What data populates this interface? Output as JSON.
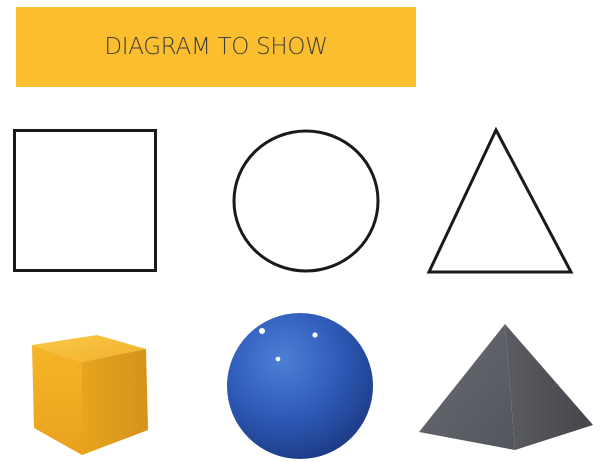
{
  "banner": {
    "title": "DIAGRAM TO SHOW",
    "color": "#fbbe2e"
  },
  "shapes_2d": [
    {
      "name": "square",
      "icon": "square-outline-icon"
    },
    {
      "name": "circle",
      "icon": "circle-outline-icon"
    },
    {
      "name": "triangle",
      "icon": "triangle-outline-icon"
    }
  ],
  "shapes_3d": [
    {
      "name": "cube",
      "icon": "cube-icon",
      "color": "#f5b324"
    },
    {
      "name": "sphere",
      "icon": "sphere-icon",
      "color": "#2e5bb8"
    },
    {
      "name": "pyramid",
      "icon": "pyramid-icon",
      "color": "#5e6067"
    }
  ],
  "colors": {
    "outline": "#1a1a1a",
    "background": "#ffffff"
  }
}
